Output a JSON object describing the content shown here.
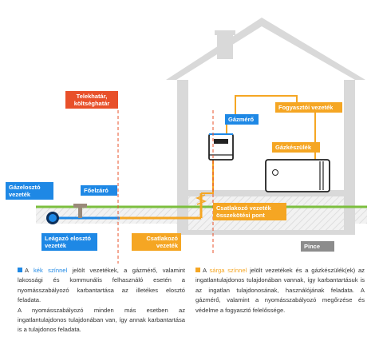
{
  "labels": {
    "boundary": "Telekhatár,\nköltséghatár",
    "distributor_line": "Gázelosztó\nvezeték",
    "main_valve": "Főelzáró",
    "branch_line": "Leágazó elosztó\nvezeték",
    "connection_line": "Csatlakozó\nvezeték",
    "connection_point": "Csatlakozó vezeték\nösszekötési pont",
    "gas_meter": "Gázmérő",
    "consumer_line": "Fogyasztói vezeték",
    "appliance": "Gázkészülék",
    "basement": "Pince"
  },
  "legend": {
    "blue": {
      "prefix": "A ",
      "highlight": "kék színnel",
      "text1": " jelölt vezetékek, a gázmérő, valamint lakossági és kommunális felhasználó esetén a nyomásszabályozó karbantartása az illetékes elosztó feladata.",
      "text2": "A nyomásszabályozó minden más esetben az ingatlantulajdonos tulajdonában van, így annak karbantartása is a tulajdonos feladata."
    },
    "yellow": {
      "prefix": "A ",
      "highlight": "sárga színnel",
      "text1": " jelölt vezetékek és a gázkészülék(ek) az ingatlantulajdonos tulajdonában vannak, így karbantartásuk is az ingatlan tulajdonosának, használójának feladata. A gázmérő, valamint a nyomásszabályozó megőrzése és védelme a fogyasztó felelőssége."
    }
  },
  "colors": {
    "blue": "#1e88e5",
    "orange": "#f5a623",
    "red": "#e8502a",
    "green": "#7cbf3f",
    "house": "#d9d9d9",
    "gray_label": "#8c8c8c"
  }
}
